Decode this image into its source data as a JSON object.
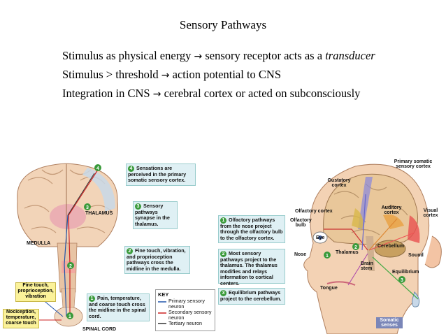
{
  "slide": {
    "title": "Sensory Pathways",
    "bullets": [
      {
        "pre": "Stimulus as physical energy ",
        "arrow": "→",
        "post": " sensory receptor acts as a ",
        "italic": "transducer"
      },
      {
        "pre": "Stimulus > threshold ",
        "arrow": "→",
        "post": " action potential to CNS",
        "italic": ""
      },
      {
        "pre": "Integration in CNS ",
        "arrow": "→",
        "post": " cerebral cortex or acted on subconsciously",
        "italic": ""
      }
    ]
  },
  "left_figure": {
    "labels": {
      "thalamus": "THALAMUS",
      "medulla": "MEDULLA",
      "spinal_cord": "SPINAL CORD"
    },
    "yellow_boxes": [
      "Fine touch, proprioception, vibration",
      "Nociception, temperature, coarse touch"
    ],
    "steps": [
      {
        "num": "4",
        "text": "Sensations are perceived in the primary somatic sensory cortex."
      },
      {
        "num": "3",
        "text": "Sensory pathways synapse in the thalamus."
      },
      {
        "num": "2",
        "text": "Fine touch, vibration, and proprioception pathways cross the midline in the medulla."
      },
      {
        "num": "1",
        "text": "Pain, temperature, and coarse touch cross the midline in the spinal cord."
      }
    ],
    "key": {
      "title": "KEY",
      "items": [
        "Primary sensory neuron",
        "Secondary sensory neuron",
        "Tertiary neuron"
      ],
      "colors": [
        "#2255aa",
        "#cc2222",
        "#333333"
      ]
    }
  },
  "middle_steps": [
    {
      "num": "1",
      "text": "Olfactory pathways from the nose project through the olfactory bulb to the olfactory cortex."
    },
    {
      "num": "2",
      "text": "Most sensory pathways project to the thalamus. The thalamus modifies and relays information to cortical centers."
    },
    {
      "num": "3",
      "text": "Equilibrium pathways project to the cerebellum."
    }
  ],
  "right_figure": {
    "labels": {
      "primary_somatic": "Primary somatic sensory cortex",
      "gustatory": "Gustatory cortex",
      "olfactory_cortex": "Olfactory cortex",
      "auditory": "Auditory cortex",
      "visual": "Visual cortex",
      "olfactory_bulb": "Olfactory bulb",
      "eye": "Eye",
      "nose": "Nose",
      "thalamus": "Thalamus",
      "cerebellum": "Cerebellum",
      "sound": "Sound",
      "brain_stem": "Brain stem",
      "equilibrium": "Equilibrium",
      "tongue": "Tongue",
      "somatic_senses": "Somatic senses"
    },
    "nums": [
      "1",
      "2",
      "3"
    ]
  }
}
